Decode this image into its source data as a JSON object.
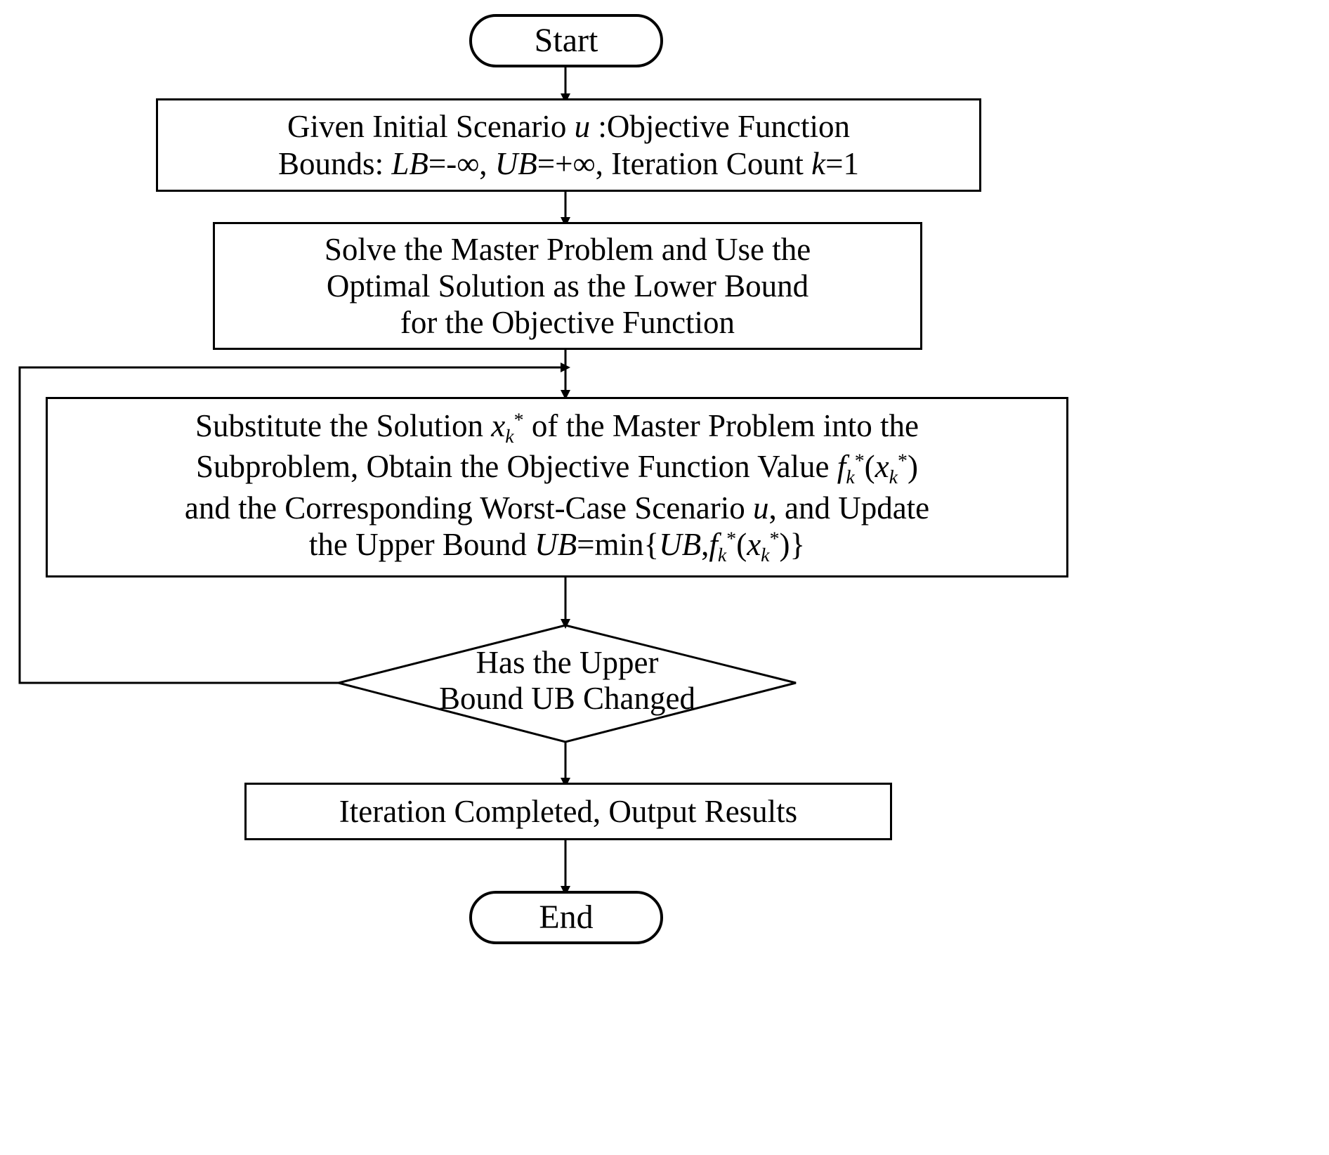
{
  "diagram": {
    "title": "Column-and-Constraint Generation Algorithm Flowchart",
    "background_color": "#ffffff",
    "stroke_color": "#000000",
    "text_color": "#000000"
  },
  "nodes": {
    "start": {
      "shape": "terminator",
      "label": "Start"
    },
    "init": {
      "shape": "process",
      "line1_a": "Given Initial Scenario ",
      "line1_u": "u",
      "line1_b": " :Objective Function",
      "line2_a": "Bounds: ",
      "line2_lb": "LB",
      "line2_b": "=-∞, ",
      "line2_ub": "UB",
      "line2_c": "=+∞, Iteration Count ",
      "line2_k": "k",
      "line2_d": "=1",
      "plain_text": "Given Initial Scenario u :Objective Function Bounds: LB=-∞, UB=+∞, Iteration Count k=1"
    },
    "master": {
      "shape": "process",
      "label": "Solve the Master Problem and Use the\nOptimal Solution as the Lower Bound\nfor the Objective Function"
    },
    "subproblem": {
      "shape": "process",
      "l1_a": "Substitute the Solution ",
      "l1_x": "x",
      "l1_xsub": "k",
      "l1_xsup": "*",
      "l1_b": " of the Master Problem into  the",
      "l2_a": "Subproblem, Obtain the Objective Function Value ",
      "l2_f": "f",
      "l2_fsub": "k",
      "l2_fsup": "*",
      "l2_b": "(",
      "l2_x": "x",
      "l2_xsub": "k",
      "l2_xsup": "*",
      "l2_c": ")",
      "l3_a": "and the Corresponding Worst-Case Scenario ",
      "l3_u": "u",
      "l3_b": ", and Update",
      "l4_a": "the Upper Bound ",
      "l4_ub1": "UB",
      "l4_b": "=min{",
      "l4_ub2": "UB",
      "l4_c": ",",
      "l4_f": "f",
      "l4_fsub": "k",
      "l4_fsup": "*",
      "l4_d": "(",
      "l4_x": "x",
      "l4_xsub": "k",
      "l4_xsup": "*",
      "l4_e": ")}",
      "plain_text": "Substitute the Solution xk* of the Master Problem into the Subproblem, Obtain the Objective Function Value fk*(xk*) and the Corresponding Worst-Case Scenario u, and Update the Upper Bound UB=min{UB,fk*(xk*)}"
    },
    "decision": {
      "shape": "diamond",
      "label": "Has the Upper\nBound UB Changed"
    },
    "output": {
      "shape": "process",
      "label": "Iteration Completed, Output Results"
    },
    "end": {
      "shape": "terminator",
      "label": "End"
    }
  },
  "edges": [
    {
      "name": "start-to-init",
      "from": "start",
      "to": "init",
      "label": ""
    },
    {
      "name": "init-to-master",
      "from": "init",
      "to": "master",
      "label": ""
    },
    {
      "name": "master-to-subproblem",
      "from": "master",
      "to": "subproblem",
      "label": ""
    },
    {
      "name": "subproblem-to-decision",
      "from": "subproblem",
      "to": "decision",
      "label": ""
    },
    {
      "name": "decision-to-output",
      "from": "decision",
      "to": "output",
      "label": ""
    },
    {
      "name": "output-to-end",
      "from": "output",
      "to": "end",
      "label": ""
    },
    {
      "name": "decision-feedback-to-subproblem",
      "from": "decision",
      "to": "subproblem",
      "label": ""
    }
  ]
}
